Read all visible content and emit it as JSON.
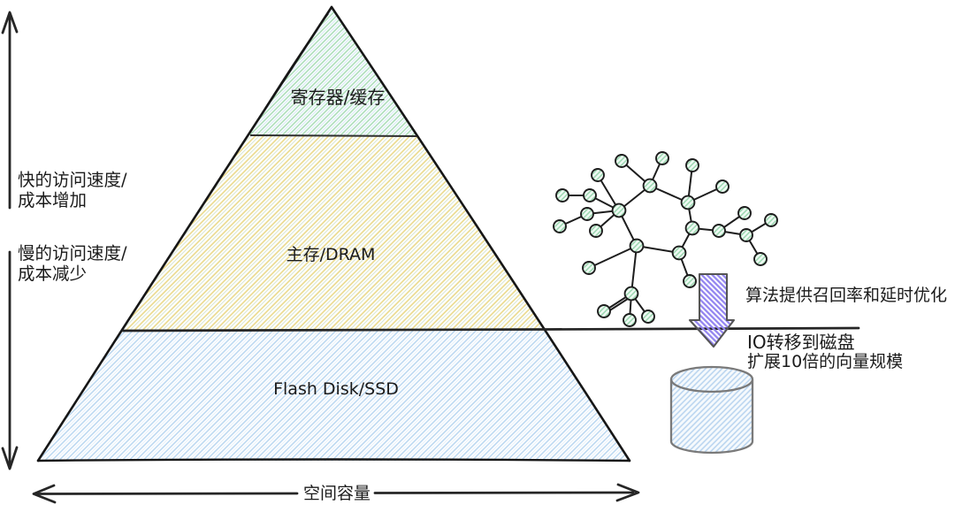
{
  "left_axis": {
    "fast_line1": "快的访问速度/",
    "fast_line2": "成本增加",
    "slow_line1": "慢的访问速度/",
    "slow_line2": "成本减少"
  },
  "pyramid": {
    "levels": [
      {
        "label": "寄存器/缓存"
      },
      {
        "label": "主存/DRAM"
      },
      {
        "label": "Flash Disk/SSD"
      }
    ]
  },
  "bottom_axis": {
    "label": "空间容量"
  },
  "annotations": {
    "algorithm": "算法提供召回率和延时优化",
    "io_line1": "IO转移到磁盘",
    "io_line2": "扩展10倍的向量规模"
  },
  "icons": {
    "graph": "vector-proximity-graph",
    "down_arrow": "purple-down-arrow",
    "disk": "disk-cylinder"
  },
  "colors": {
    "ink": "#1d1d1d",
    "hatch_green": "#a6dbb5",
    "hatch_yellow": "#e9d784",
    "hatch_blue": "#b8d6f0",
    "node_green": "#93d4aa",
    "purple": "#9486f0",
    "cylinder_stroke": "#7a7a7a"
  }
}
